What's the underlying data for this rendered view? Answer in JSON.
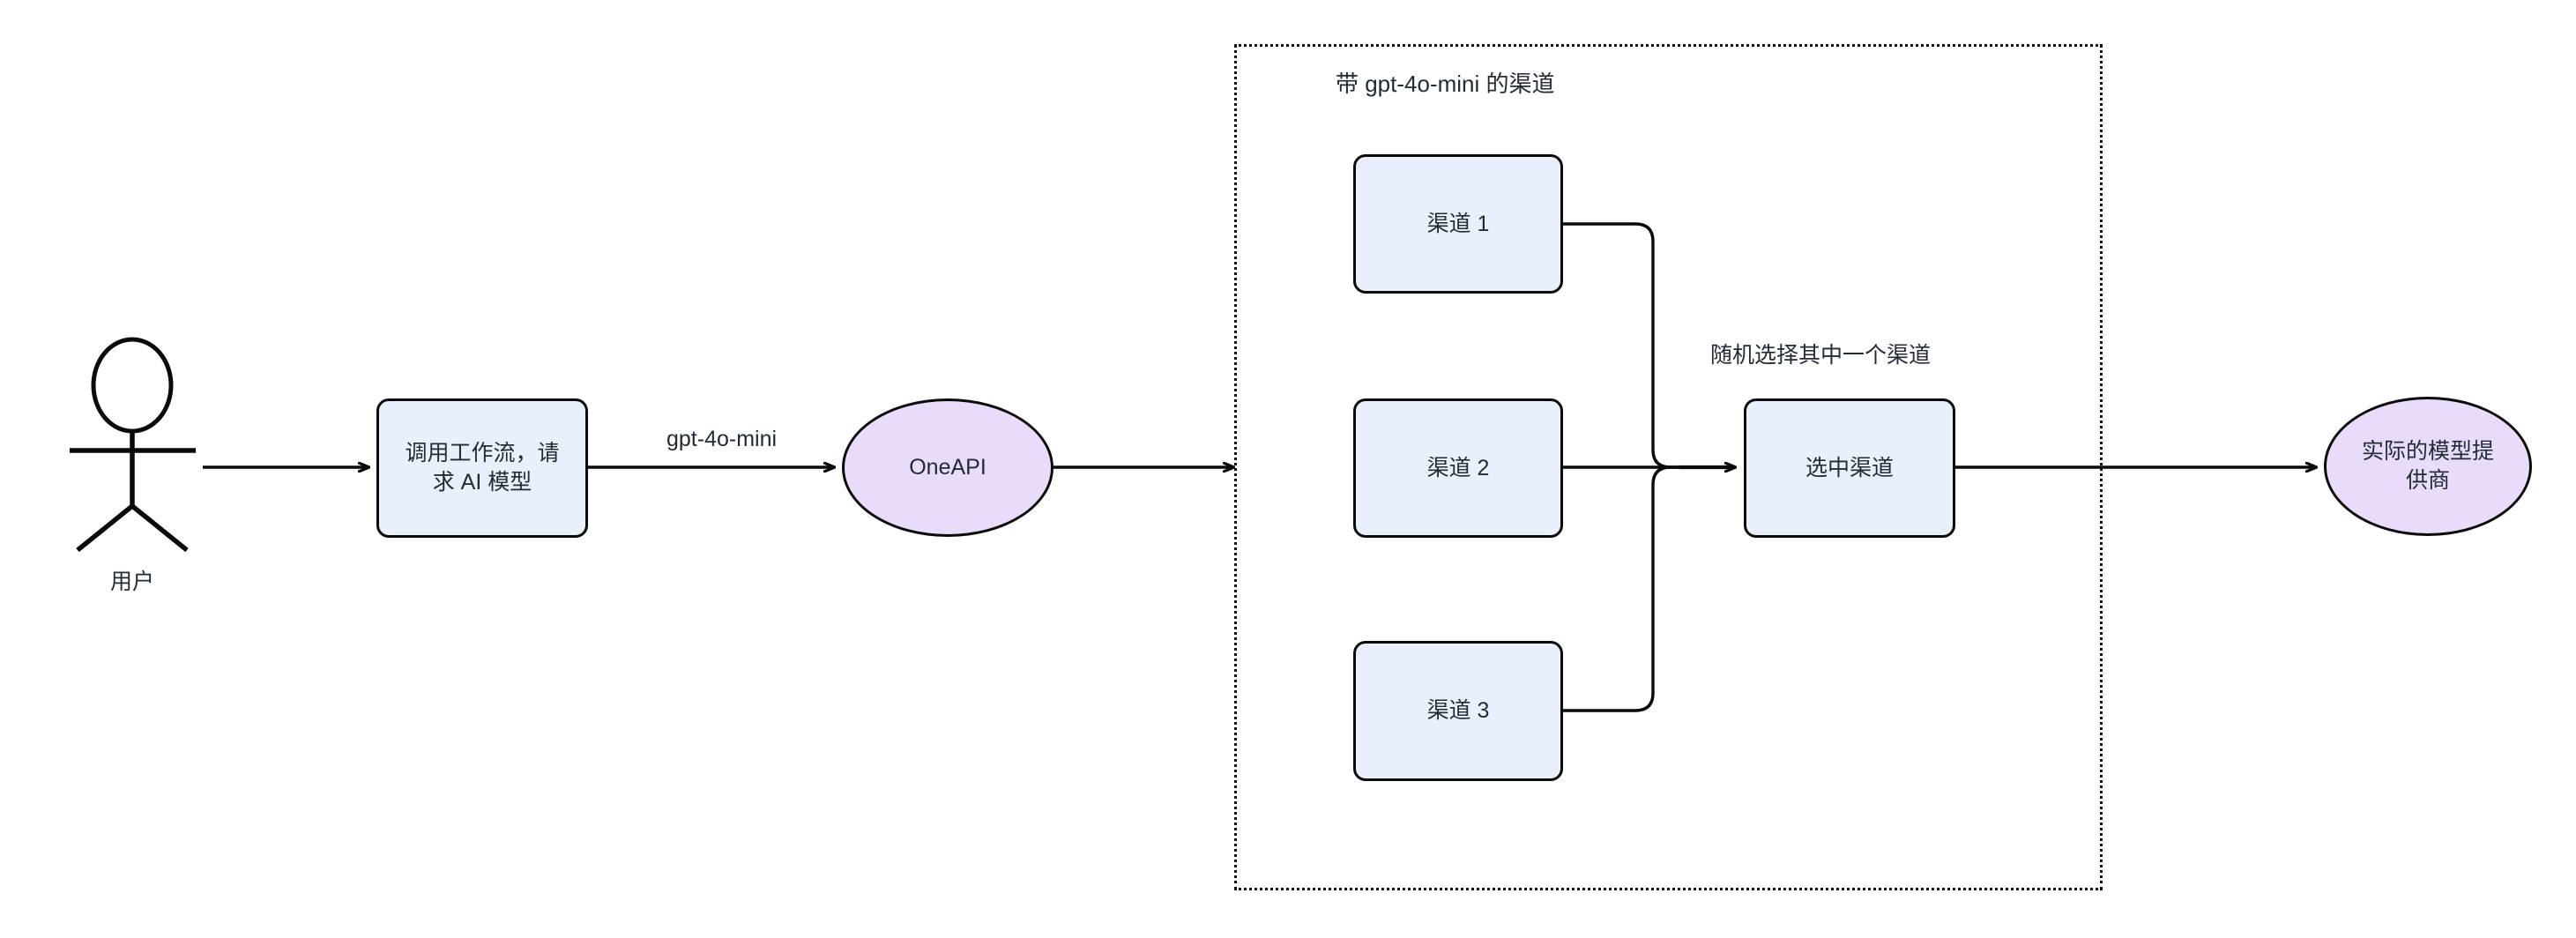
{
  "diagram": {
    "type": "flowchart",
    "background": "#ffffff",
    "colors": {
      "process_fill": "#eaf0fb",
      "terminator_fill": "#e9dcfb",
      "stroke": "#0a0a0a",
      "text": "#232b35",
      "group_border": "#111111"
    },
    "actor": {
      "name": "user-actor",
      "label": "用户"
    },
    "nodes": [
      {
        "id": "call-workflow",
        "shape": "rect",
        "label": "调用工作流，请\n求 AI 模型"
      },
      {
        "id": "oneapi",
        "shape": "ellipse",
        "label": "OneAPI"
      },
      {
        "id": "channel-1",
        "shape": "rect",
        "label": "渠道 1"
      },
      {
        "id": "channel-2",
        "shape": "rect",
        "label": "渠道 2"
      },
      {
        "id": "channel-3",
        "shape": "rect",
        "label": "渠道 3"
      },
      {
        "id": "selected-channel",
        "shape": "rect",
        "label": "选中渠道"
      },
      {
        "id": "real-provider",
        "shape": "ellipse",
        "label": "实际的模型提\n供商"
      }
    ],
    "group": {
      "id": "channels-group",
      "title": "带 gpt-4o-mini 的渠道",
      "border_style": "dotted"
    },
    "edge_labels": [
      {
        "id": "model-name",
        "label": "gpt-4o-mini"
      },
      {
        "id": "random-pick",
        "label": "随机选择其中一个渠道"
      }
    ]
  }
}
